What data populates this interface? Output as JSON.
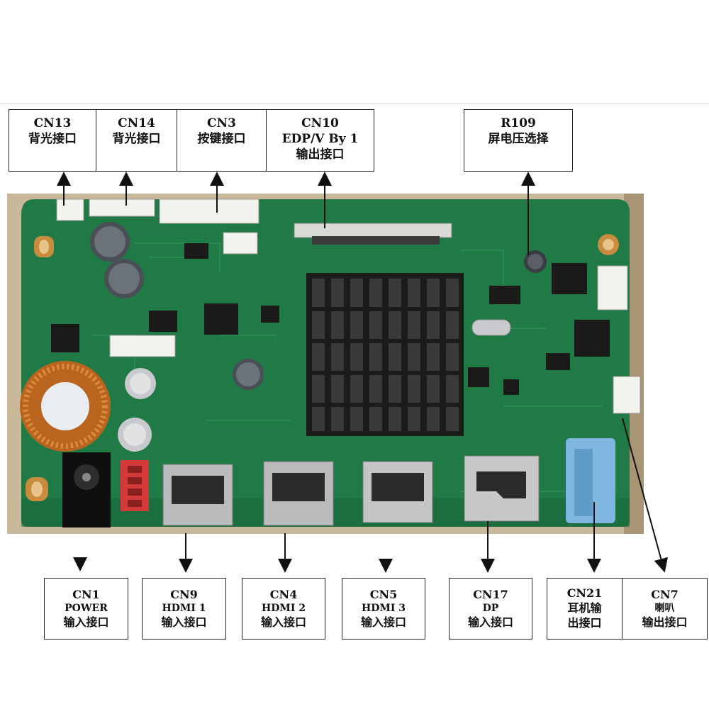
{
  "top_labels": [
    {
      "id": "cn13",
      "code": "CN13",
      "line1": "背光接口",
      "line2": ""
    },
    {
      "id": "cn14",
      "code": "CN14",
      "line1": "背光接口",
      "line2": ""
    },
    {
      "id": "cn3",
      "code": "CN3",
      "line1": "按键接口",
      "line2": ""
    },
    {
      "id": "cn10",
      "code": "CN10",
      "line1": "EDP/V By 1",
      "line2": "输出接口"
    },
    {
      "id": "r109",
      "code": "R109",
      "line1": "屏电压选择",
      "line2": ""
    }
  ],
  "bottom_labels": [
    {
      "id": "cn1",
      "code": "CN1",
      "line1": "POWER",
      "line2": "输入接口"
    },
    {
      "id": "cn9",
      "code": "CN9",
      "line1": "HDMI 1",
      "line2": "输入接口"
    },
    {
      "id": "cn4",
      "code": "CN4",
      "line1": "HDMI 2",
      "line2": "输入接口"
    },
    {
      "id": "cn5",
      "code": "CN5",
      "line1": "HDMI 3",
      "line2": "输入接口"
    },
    {
      "id": "cn17",
      "code": "CN17",
      "line1": "DP",
      "line2": "输入接口"
    },
    {
      "id": "cn21",
      "code": "CN21",
      "line1": "耳机输",
      "line2": "出接口"
    },
    {
      "id": "cn7",
      "code": "CN7",
      "line1": "喇叭",
      "line2": "输出接口"
    }
  ],
  "colors": {
    "pcb_green": "#1f7a45",
    "pcb_dark": "#176338",
    "heatsink": "#1b1b1b",
    "audio_jack": "#7fb6e0",
    "power_conn": "#d43a3a",
    "metal": "#b9bbbd",
    "table_bg": "#c9b89a"
  },
  "icons": [
    "mounting-hole-icon",
    "capacitor-icon",
    "inductor-coil-icon",
    "heatsink-icon",
    "hdmi-port-icon",
    "dp-port-icon",
    "audio-jack-icon",
    "dc-jack-icon"
  ]
}
